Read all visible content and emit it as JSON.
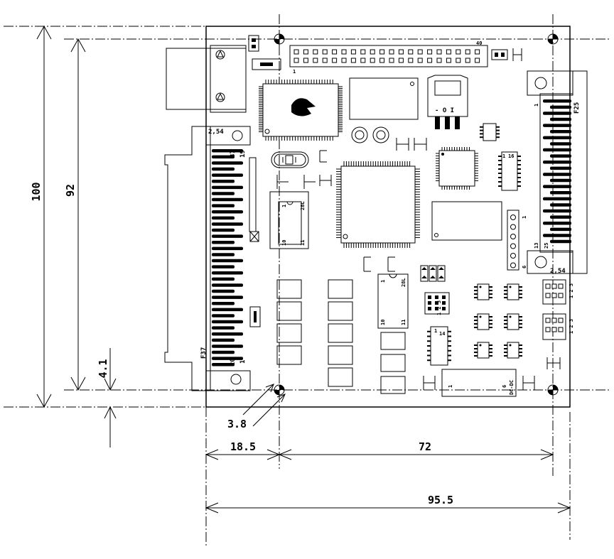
{
  "dimensions": {
    "height_total": "100",
    "height_inner": "92",
    "offset_bottom": "4.1",
    "hole_diameter": "3.8",
    "offset_left": "18.5",
    "hole_spacing": "72",
    "width_total": "95.5"
  },
  "board": {
    "connector_left_label": "F37",
    "connector_left_pin_top_right": "19",
    "connector_left_pin_top_left": "37",
    "connector_left_pin_bottom_left": "20",
    "connector_left_pin_bottom_right": "1",
    "connector_right_label": "F25",
    "connector_right_pin_top": "1",
    "connector_right_pin_13": "13",
    "connector_right_pin_25": "25",
    "pitch_label_left": "2,54",
    "pitch_label_right": "2,54",
    "header_top_pin_1": "1",
    "header_top_pin_40": "40",
    "regulator_label": "- O I",
    "dcdc_label": "DC-DC",
    "dcdc_pin_1": "1",
    "dcdc_pin_6": "6",
    "ic28_label": "28L",
    "ic28_pin_1": "1",
    "ic28_pin_10": "10",
    "ic28_pin_11": "11",
    "ic28b_label": "28L",
    "ic28b_pin_1": "1",
    "ic28b_pin_10": "10",
    "ic28b_pin_11": "11",
    "jumper_numbers": "1 2 3",
    "side_header_pin_1": "1",
    "side_header_pin_6": "6",
    "ic16_pin_1": "1",
    "ic16_pin_16": "16",
    "ic14_pin_1": "1",
    "ic14_pin_14": "14"
  },
  "colors": {
    "line": "#000000",
    "background": "#ffffff"
  }
}
